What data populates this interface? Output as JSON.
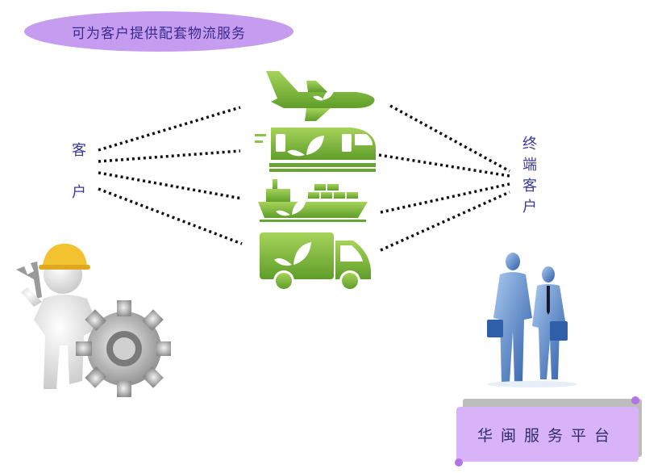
{
  "title": "可为客户提供配套物流服务",
  "left_label": [
    "客",
    "户"
  ],
  "right_label": [
    "终",
    "端",
    "客",
    "户"
  ],
  "platform_label": "华闽服务平台",
  "icons": {
    "plane": "airplane-icon",
    "train": "train-icon",
    "ship": "cargo-ship-icon",
    "truck": "delivery-truck-icon",
    "worker": "worker-with-gear-icon",
    "businessmen": "businessmen-handshake-icon"
  },
  "colors": {
    "title_bg": "#c69cf0",
    "platform_bg": "#d9b3f7",
    "green": "#7cb342",
    "label_text": "#3b3b9a"
  }
}
